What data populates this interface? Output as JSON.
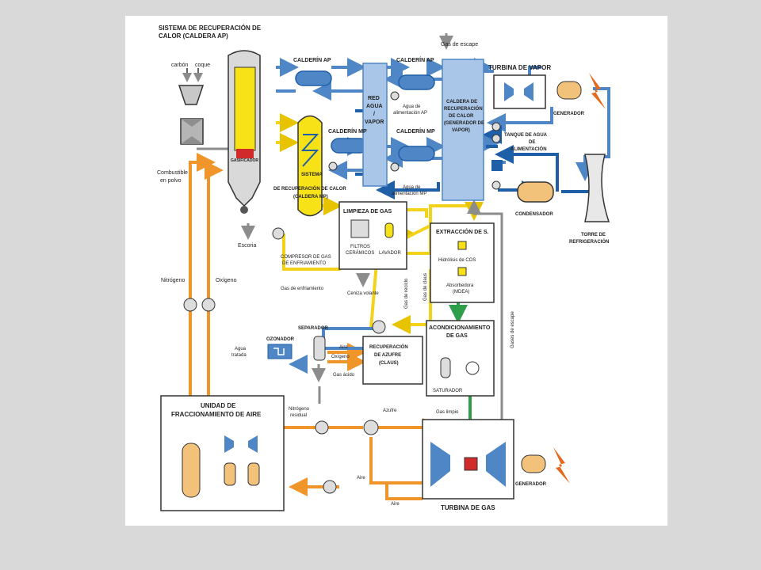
{
  "labels": {
    "hrsg_ap_title_1": "SISTEMA DE RECUPERACIÓN DE",
    "hrsg_ap_title_2": "CALOR (CALDERA AP)",
    "carbon": "carbón",
    "coque": "coque",
    "gasificador": "GASIFICADOR",
    "combustible_1": "Combustible",
    "combustible_2": "en polvo",
    "escoria": "Escoria",
    "calderin_ap_1": "CALDERÍN AP",
    "calderin_ap_2": "CALDERÍN AP",
    "calderin_mp_1": "CALDERÍN MP",
    "calderin_mp_2": "CALDERÍN MP",
    "red_1": "RED",
    "red_2": "AGUA",
    "red_3": "/",
    "red_4": "VAPOR",
    "agua_ap_1": "Agua de",
    "agua_ap_2": "alimentación AP",
    "agua_mp_1": "Agua de",
    "agua_mp_2": "alimentación MP",
    "gas_escape_top": "Gas de escape",
    "caldera_rec_1": "CALDERA DE",
    "caldera_rec_2": "RECUPERACIÓN",
    "caldera_rec_3": "DE CALOR",
    "caldera_rec_4": "(GENERADOR DE",
    "caldera_rec_5": "VAPOR)",
    "turbina_vapor": "TURBINA DE VAPOR",
    "generador_1": "GENERADOR",
    "tanque_1": "TANQUE DE AGUA",
    "tanque_2": "DE",
    "tanque_3": "ALIMENTACIÓN",
    "condensador": "CONDENSADOR",
    "torre_1": "TORRE DE",
    "torre_2": "REFRIGERACIÓN",
    "sist_mp_1": "SISTEMA",
    "sist_mp_2": "DE RECUPERACIÓN DE CALOR",
    "sist_mp_3": "(CALDERA MP)",
    "limpieza": "LIMPIEZA DE GAS",
    "filtros_1": "FILTROS",
    "filtros_2": "CERÁMICOS",
    "lavador": "LAVADOR",
    "compresor_1": "COMPRESOR DE GAS",
    "compresor_2": "DE ENFRIAMIENTO",
    "gas_enfriamiento": "Gas de enfriamiento",
    "ceniza": "Ceniza volante",
    "gas_reciclo": "Gas de reciclo",
    "gas_claus": "Gas de claus",
    "extraccion": "EXTRACCIÓN DE S.",
    "hidrolisis": "Hidrólisis de COS",
    "absorbedora_1": "Absorbedora",
    "absorbedora_2": "(MDEA)",
    "gases_escape_v": "Gases de escape",
    "acond_1": "ACONDICIONAMIENTO",
    "acond_2": "DE GAS",
    "saturador": "SATURADOR",
    "nitrogeno": "Nitrógeno",
    "oxigeno": "Oxígeno",
    "separador": "SEPARADOR",
    "ozonador": "OZONADOR",
    "agua_tratada_1": "Agua",
    "agua_tratada_2": "tratada",
    "aire_1": "Aire",
    "oxigeno_2": "Oxígeno",
    "gas_acido": "Gas ácido",
    "claus_1": "RECUPERACIÓN",
    "claus_2": "DE AZUFRE",
    "claus_3": "(CLAUS)",
    "azufre": "Azufre",
    "gas_limpio": "Gas limpio",
    "unidad_1": "UNIDAD DE",
    "unidad_2": "FRACCIONAMIENTO DE AIRE",
    "nitrogeno_res_1": "Nitrógeno",
    "nitrogeno_res_2": "residual",
    "aire_2": "Aire",
    "aire_3": "Aire",
    "generador_2": "GENERADOR",
    "turbina_gas": "TURBINA DE GAS"
  },
  "colors": {
    "water_steam": "#4f86c6",
    "dark_blue": "#1f5fa8",
    "gas_yellow": "#f2d21b",
    "air_orange": "#f0952a",
    "clean_gas_green": "#2e9e4a",
    "exhaust_grey": "#8c8c8c",
    "panel_blue": "#a9c6e8",
    "vessel_yellow": "#f7e217"
  }
}
